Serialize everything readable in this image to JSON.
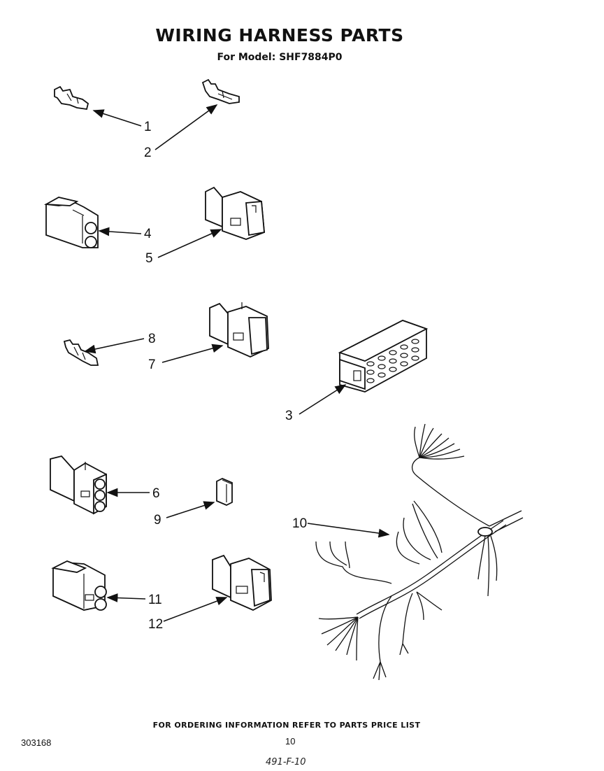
{
  "header": {
    "title": "WIRING HARNESS PARTS",
    "subtitle": "For Model: SHF7884P0"
  },
  "parts": [
    {
      "label": "1"
    },
    {
      "label": "2"
    },
    {
      "label": "4"
    },
    {
      "label": "5"
    },
    {
      "label": "8"
    },
    {
      "label": "7"
    },
    {
      "label": "3"
    },
    {
      "label": "6"
    },
    {
      "label": "9"
    },
    {
      "label": "10"
    },
    {
      "label": "11"
    },
    {
      "label": "12"
    }
  ],
  "footer": {
    "ordering_note": "FOR ORDERING INFORMATION REFER TO PARTS PRICE LIST",
    "doc_number": "303168",
    "page_number": "10",
    "handwritten_note": "491-F-10"
  }
}
